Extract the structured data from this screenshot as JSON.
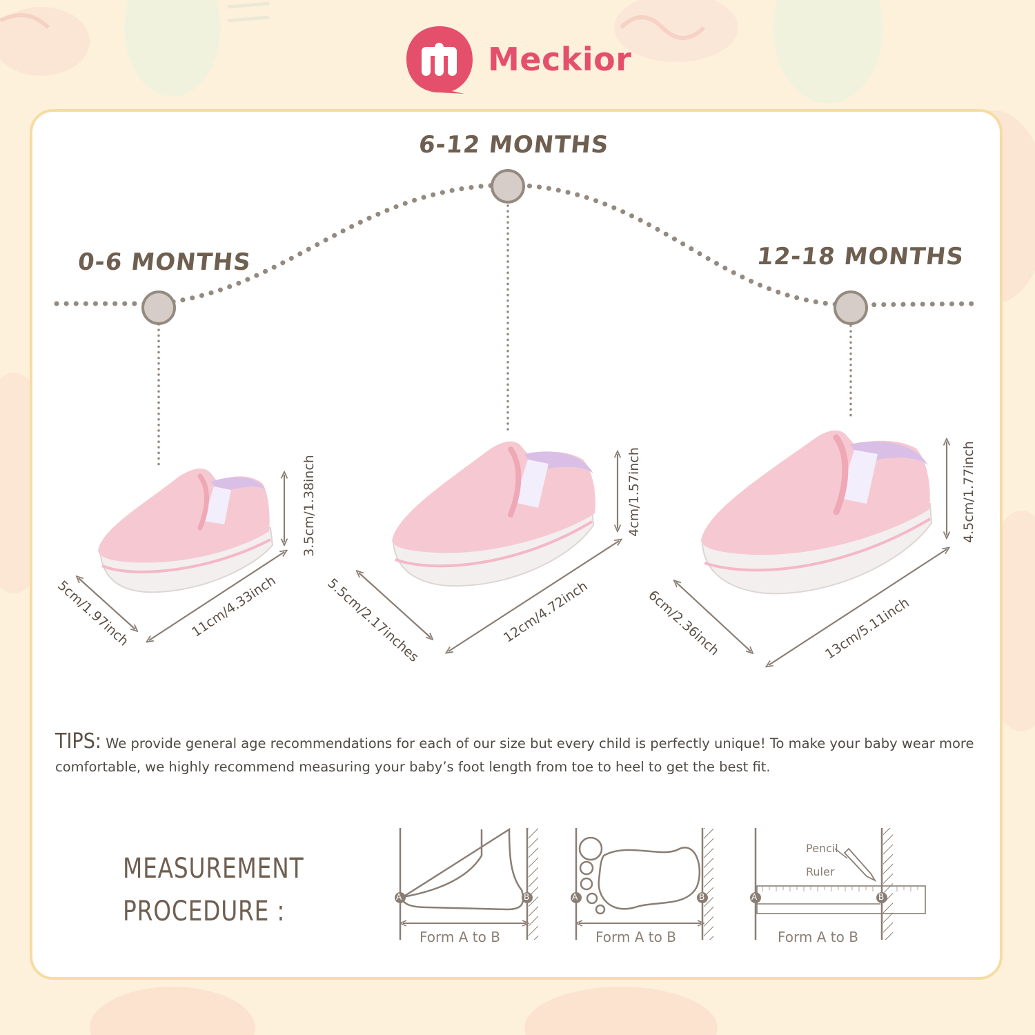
{
  "brand": {
    "name": "Meckior",
    "logo_color": "#e4506c"
  },
  "ages": [
    {
      "label": "0-6 MONTHS"
    },
    {
      "label": "6-12 MONTHS"
    },
    {
      "label": "12-18 MONTHS"
    }
  ],
  "sizes": [
    {
      "height": "3.5cm/1.38inch",
      "width": "5cm/1.97inch",
      "length": "11cm/4.33inch"
    },
    {
      "height": "4cm/1.57inch",
      "width": "5.5cm/2.17inches",
      "length": "12cm/4.72inch"
    },
    {
      "height": "4.5cm/1.77inch",
      "width": "6cm/2.36inch",
      "length": "13cm/5.11inch"
    }
  ],
  "tips": {
    "heading": "TIPS:",
    "text": "We provide general age recommendations for each of our size but every child is perfectly unique! To make your baby wear more comfortable, we highly recommend measuring your baby’s foot length from toe to heel to get the best fit."
  },
  "procedure": {
    "title_line1": "MEASUREMENT",
    "title_line2": "PROCEDURE :",
    "steps": [
      {
        "caption": "Form A to B",
        "point_a": "A",
        "point_b": "B"
      },
      {
        "caption": "Form A to B",
        "point_a": "A",
        "point_b": "B"
      },
      {
        "caption": "Form A to B",
        "point_a": "A",
        "point_b": "B",
        "tool_pencil": "Pencil",
        "tool_ruler": "Ruler"
      }
    ]
  },
  "colors": {
    "shoe_pink": "#f6c9d2",
    "lining_purple": "#d9bfe6",
    "sole_white": "#f3efee",
    "text_brown": "#6f5f50",
    "frame_yellow": "#f6dca2"
  }
}
